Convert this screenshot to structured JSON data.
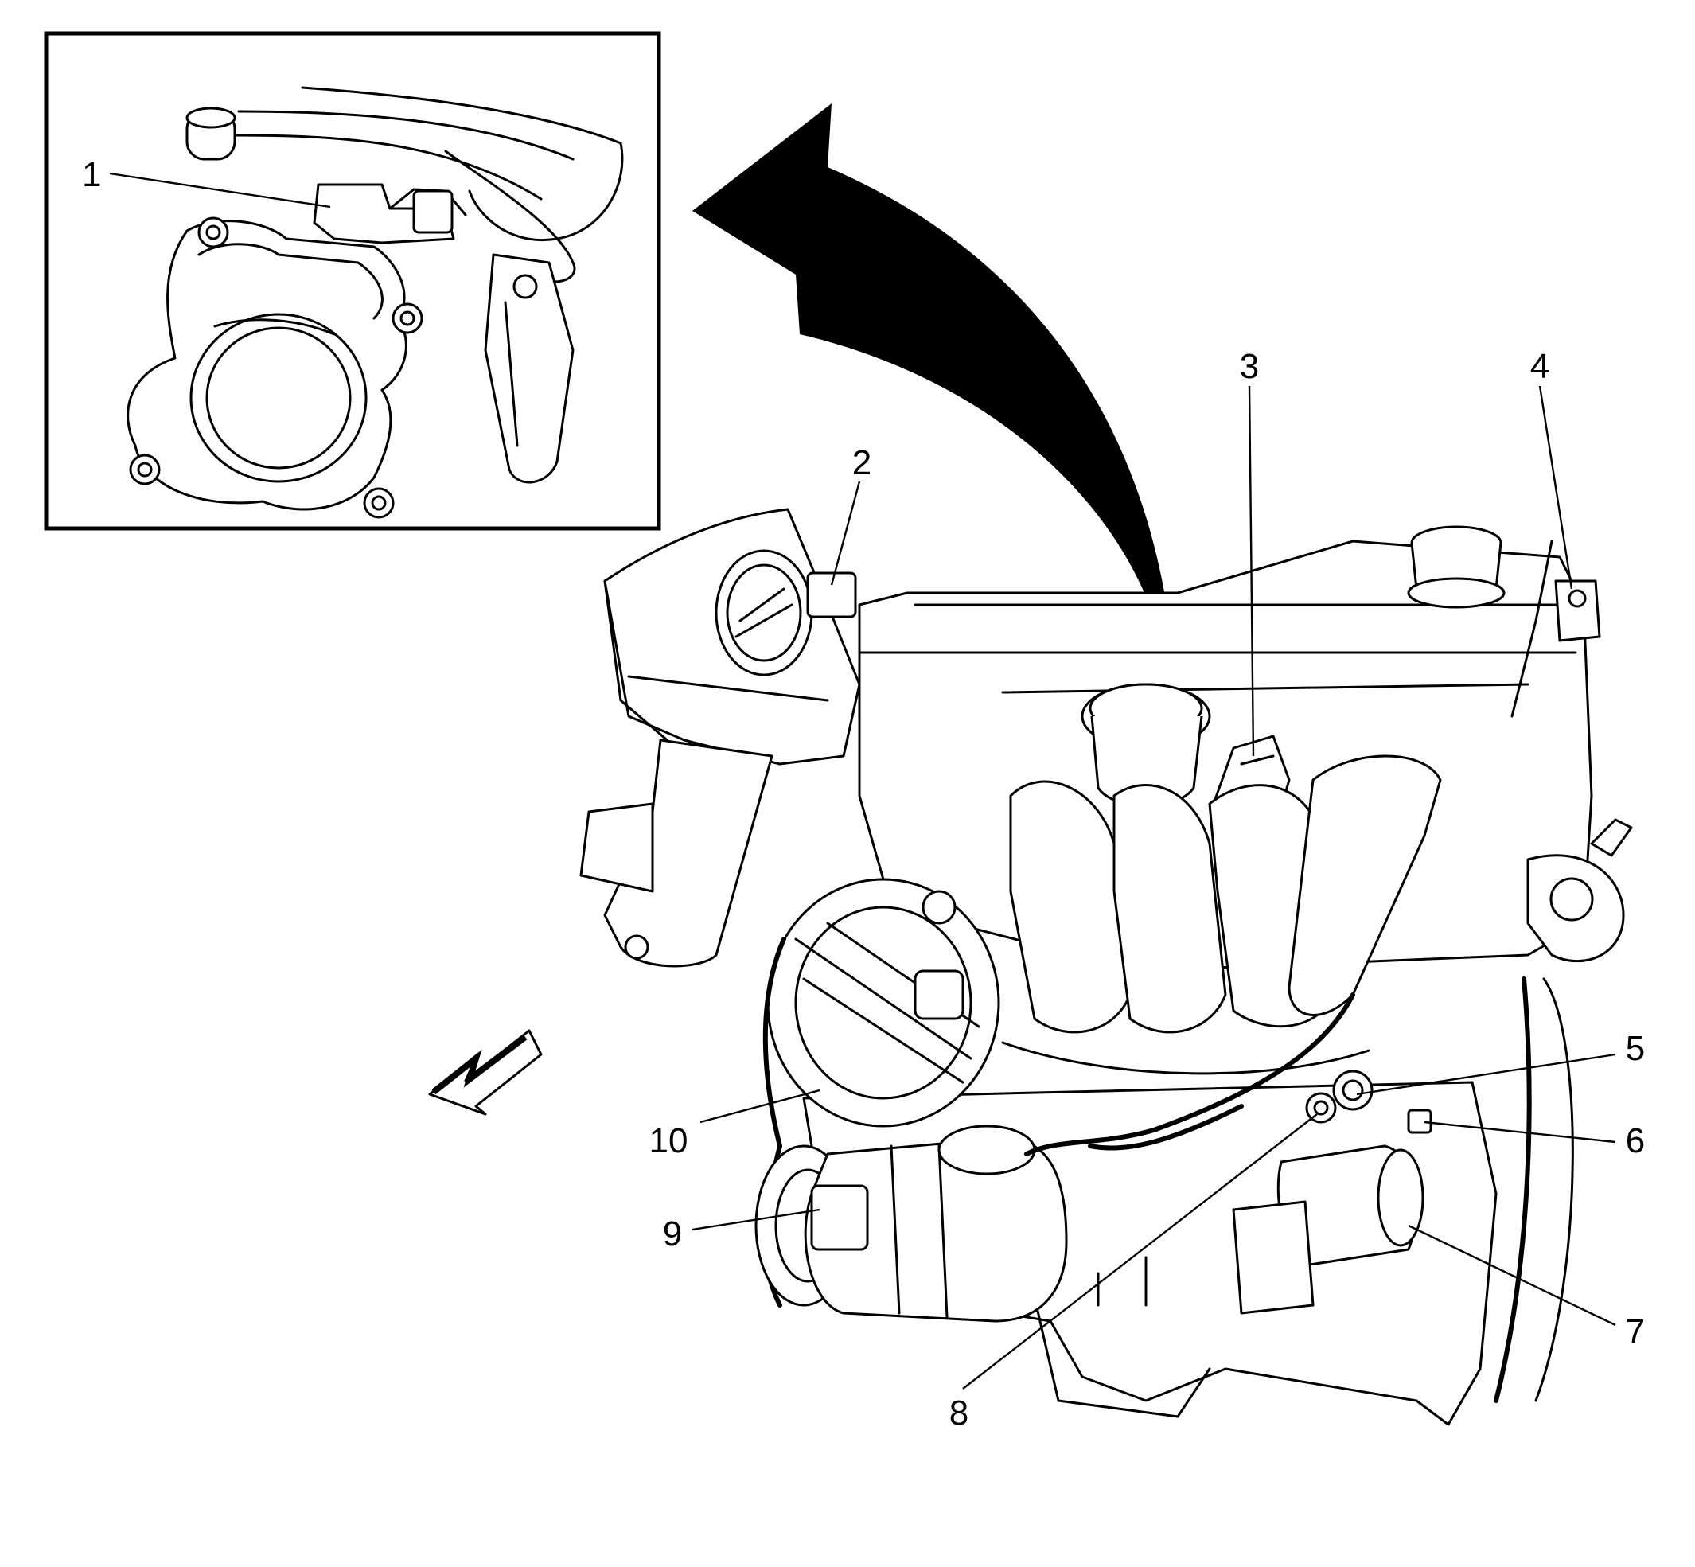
{
  "callouts": [
    {
      "id": "1",
      "label": "1"
    },
    {
      "id": "2",
      "label": "2"
    },
    {
      "id": "3",
      "label": "3"
    },
    {
      "id": "4",
      "label": "4"
    },
    {
      "id": "5",
      "label": "5"
    },
    {
      "id": "6",
      "label": "6"
    },
    {
      "id": "7",
      "label": "7"
    },
    {
      "id": "8",
      "label": "8"
    },
    {
      "id": "9",
      "label": "9"
    },
    {
      "id": "10",
      "label": "10"
    }
  ],
  "colors": {
    "line": "#000000",
    "background": "#ffffff"
  },
  "icons": [
    "curved-arrow-icon",
    "direction-arrow-icon"
  ]
}
